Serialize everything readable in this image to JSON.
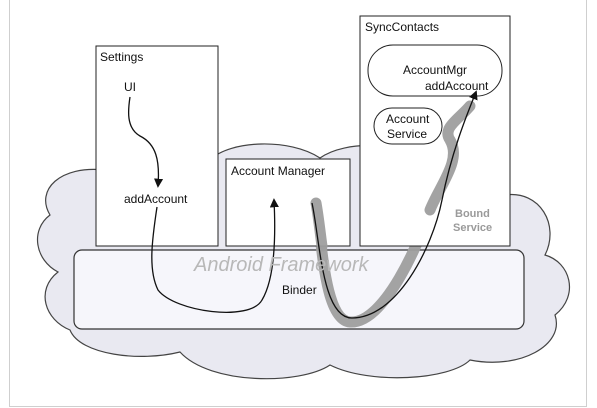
{
  "diagram": {
    "settings": {
      "title": "Settings",
      "ui": "UI",
      "add_account": "addAccount"
    },
    "account_manager": {
      "title": "Account Manager"
    },
    "sync_contacts": {
      "title": "SyncContacts",
      "account_mgr_line1": "AccountMgr",
      "account_mgr_line2": "addAccount",
      "account_service_line1": "Account",
      "account_service_line2": "Service"
    },
    "framework": {
      "label": "Android Framework",
      "binder": "Binder"
    },
    "bound_service": {
      "line1": "Bound",
      "line2": "Service"
    },
    "colors": {
      "cloud_fill": "#e9e9f1",
      "cloud_stroke": "#444444",
      "box_fill": "#ffffff",
      "box_stroke": "#222222",
      "binder_fill": "#f6f6fb",
      "gray_path": "#9e9e9e",
      "framework_text": "#b8b8b8",
      "bound_text": "#9a9a9a"
    }
  }
}
